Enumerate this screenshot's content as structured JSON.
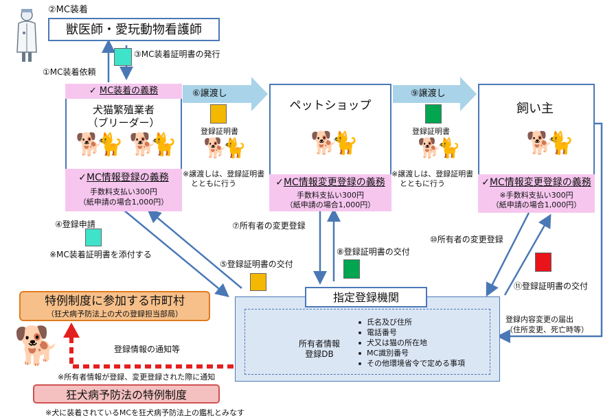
{
  "vet": {
    "step": "②MC装着",
    "title": "獣医師・愛玩動物看護師",
    "cert_issue": "③MC装着証明書の発行",
    "request": "①MC装着依頼"
  },
  "breeder": {
    "duty": "MC装着の義務",
    "name_line1": "犬猫繁殖業者",
    "name_line2": "（ブリーダー）",
    "reg_duty": "MC情報登録の義務",
    "fee": "手数料支払い300円",
    "fee_paper": "（紙申請の場合1,000円）"
  },
  "transfer1": {
    "step": "⑥譲渡し",
    "cert": "登録証明書",
    "note_line1": "※譲渡しは、登録証明書",
    "note_line2": "とともに行う"
  },
  "petshop": {
    "name": "ペットショップ",
    "reg_duty": "MC情報変更登録の義務",
    "fee": "手数料支払い300円",
    "fee_paper": "（紙申請の場合1,000円）"
  },
  "transfer2": {
    "step": "⑨譲渡し",
    "cert": "登録証明書",
    "note_line1": "※譲渡しは、登録証明書",
    "note_line2": "とともに行う"
  },
  "owner": {
    "name": "飼い主",
    "reg_duty": "MC情報変更登録の義務",
    "fee": "※手数料支払い300円",
    "fee_paper": "（紙申請の場合1,000円）"
  },
  "flows": {
    "apply": "④登録申請",
    "apply_note": "※MC装着証明書を添付する",
    "cert_issue5": "⑤登録証明書の交付",
    "owner_change7": "⑦所有者の変更登録",
    "cert_issue8": "⑧登録証明書の交付",
    "owner_change10": "⑩所有者の変更登録",
    "cert_issue11": "⑪登録証明書の交付",
    "change_notice_line1": "登録内容変更の届出",
    "change_notice_line2": "（住所変更、死亡時等）"
  },
  "registry": {
    "title": "指定登録機関",
    "db_line1": "所有者情報",
    "db_line2": "登録DB",
    "items": [
      "氏名及び住所",
      "電話番号",
      "犬又は猫の所在地",
      "MC識別番号",
      "その他環境省令で定める事項"
    ]
  },
  "municipality": {
    "title": "特例制度に参加する市町村",
    "subtitle": "（狂犬病予防法上の犬の登録担当部局）",
    "notice": "登録情報の通知等",
    "notice_note": "※所有者情報が登録、変更登録された際に通知"
  },
  "rabies": {
    "title": "狂犬病予防法の特例制度",
    "note": "※犬に装着されているMCを狂犬病予防法上の鑑札とみなす"
  },
  "colors": {
    "frame_blue": "#4a78b5",
    "arrow_blue": "#a9d3e8",
    "pink": "#f6c6ef",
    "cert_cyan": "#3fe3c9",
    "cert_yellow": "#f5b800",
    "cert_green": "#00a650",
    "cert_red": "#e8141a",
    "muni_orange": "#f7c08a",
    "rabies_pink": "#f5c0c0",
    "dashed_red": "#e41f1f"
  },
  "icons": [
    "doctor-icon",
    "dog-icon",
    "cat-icon",
    "person-icon",
    "database-icon"
  ]
}
